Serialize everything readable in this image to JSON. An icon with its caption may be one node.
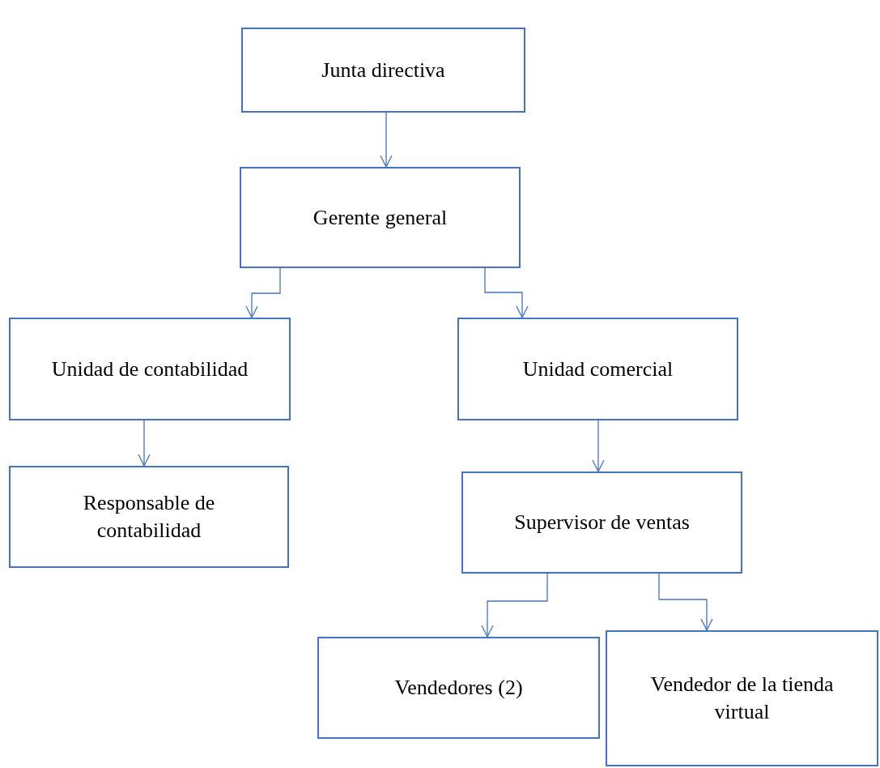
{
  "diagram": {
    "nodes": [
      {
        "text": [
          "Junta directiva"
        ]
      },
      {
        "text": [
          "Gerente general"
        ]
      },
      {
        "text": [
          "Unidad de contabilidad"
        ]
      },
      {
        "text": [
          "Unidad comercial"
        ]
      },
      {
        "text": [
          "Responsable de contabilidad"
        ]
      },
      {
        "text": [
          "Supervisor de ventas"
        ]
      },
      {
        "text": [
          "Vendedores (2)"
        ]
      },
      {
        "text": [
          "Vendedor de la tienda virtual"
        ]
      }
    ],
    "edges": [
      {
        "from": 0,
        "to": 1,
        "arrow": "to"
      },
      {
        "from": 1,
        "to": 2,
        "arrow": "to"
      },
      {
        "from": 1,
        "to": 3,
        "arrow": "to"
      },
      {
        "from": 2,
        "to": 4,
        "arrow": "to"
      },
      {
        "from": 3,
        "to": 5,
        "arrow": "to"
      },
      {
        "from": 5,
        "to": 6,
        "arrow": "to"
      },
      {
        "from": 5,
        "to": 7,
        "arrow": "to"
      }
    ]
  }
}
